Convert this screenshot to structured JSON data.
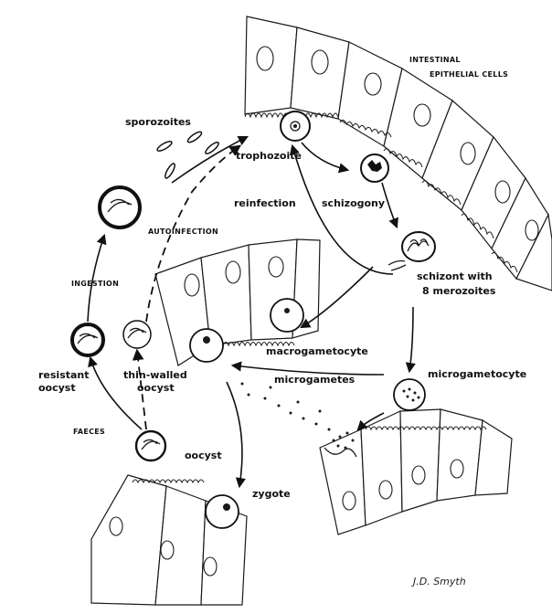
{
  "labels": {
    "intestinal_cells": [
      "INTESTINAL",
      "EPITHELIAL CELLS"
    ],
    "sporozoites": "sporozoites",
    "trophozoite": "trophozoite",
    "reinfection": "reinfection",
    "schizogony": "schizogony",
    "autoinfection": "AUTOINFECTION",
    "ingestion": "INGESTION",
    "schizont": [
      "schizont with",
      "8 merozoites"
    ],
    "macrogametocyte": "macrogametocyte",
    "microgametes": "microgametes",
    "microgametocyte": "microgametocyte",
    "resistant_oocyst": [
      "resistant",
      "oocyst"
    ],
    "thin_walled_oocyst": [
      "thin-walled",
      "oocyst"
    ],
    "faeces": "FAECES",
    "oocyst": "oocyst",
    "zygote": "zygote"
  },
  "credit": "J.D. Smyth"
}
